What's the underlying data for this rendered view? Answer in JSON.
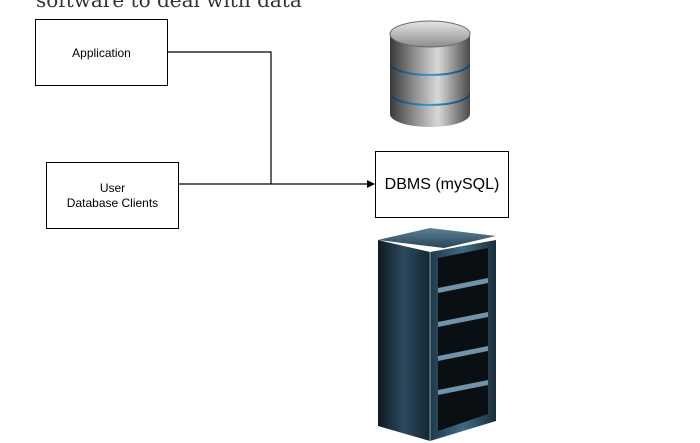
{
  "heading": "software to deal with data",
  "nodes": {
    "application": {
      "label": "Application"
    },
    "user": {
      "line1": "User",
      "line2": "Database Clients"
    },
    "dbms": {
      "label": "DBMS (mySQL)"
    }
  },
  "icons": {
    "database": "database-cylinder-icon",
    "server": "server-rack-icon"
  },
  "colors": {
    "accent_glow": "#3a9ad9",
    "rack_body": "#2c4a5e"
  }
}
